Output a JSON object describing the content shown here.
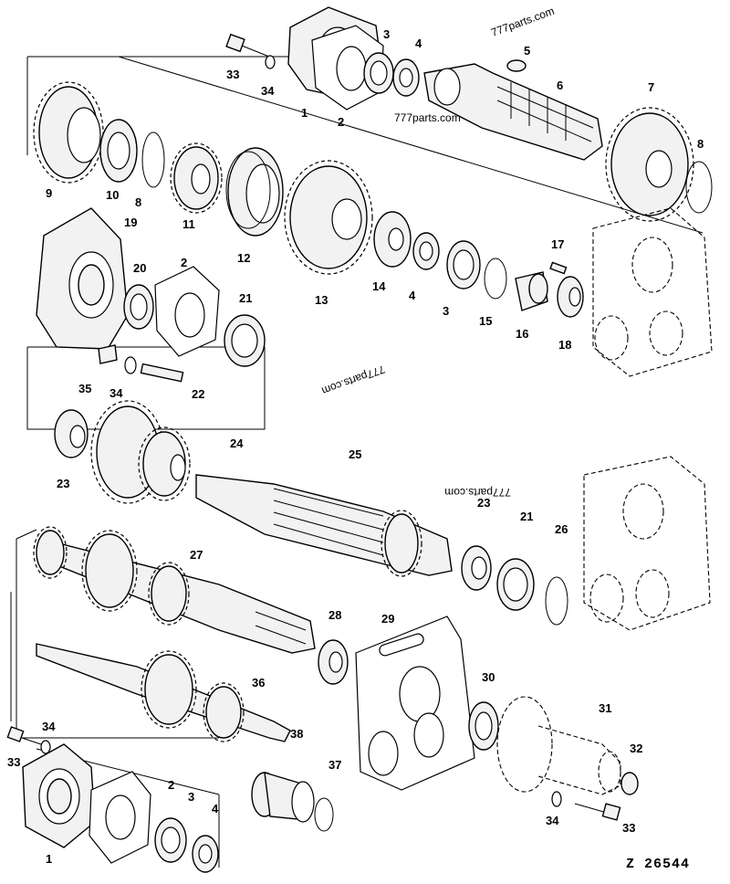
{
  "figure_id": "Z 26544",
  "watermarks": [
    "777parts.com",
    "777parts.com",
    "777parts.com",
    "777parts.com"
  ],
  "callouts": {
    "c1a": "1",
    "c2a": "2",
    "c3a": "3",
    "c4a": "4",
    "c5": "5",
    "c6": "6",
    "c7": "7",
    "c8a": "8",
    "c9": "9",
    "c10": "10",
    "c8b": "8",
    "c11": "11",
    "c12": "12",
    "c13": "13",
    "c14": "14",
    "c4b": "4",
    "c3b": "3",
    "c15": "15",
    "c16": "16",
    "c17": "17",
    "c18": "18",
    "c19": "19",
    "c20": "20",
    "c2b": "2",
    "c21a": "21",
    "c33a": "33",
    "c34a": "34",
    "c35": "35",
    "c34b": "34",
    "c22": "22",
    "c23a": "23",
    "c24": "24",
    "c25": "25",
    "c23b": "23",
    "c21b": "21",
    "c26": "26",
    "c27": "27",
    "c28": "28",
    "c29": "29",
    "c30": "30",
    "c31": "31",
    "c32": "32",
    "c36": "36",
    "c37": "37",
    "c38": "38",
    "c33b": "33",
    "c34c": "34",
    "c1b": "1",
    "c2c": "2",
    "c3c": "3",
    "c4c": "4",
    "c34d": "34",
    "c33c": "33"
  }
}
